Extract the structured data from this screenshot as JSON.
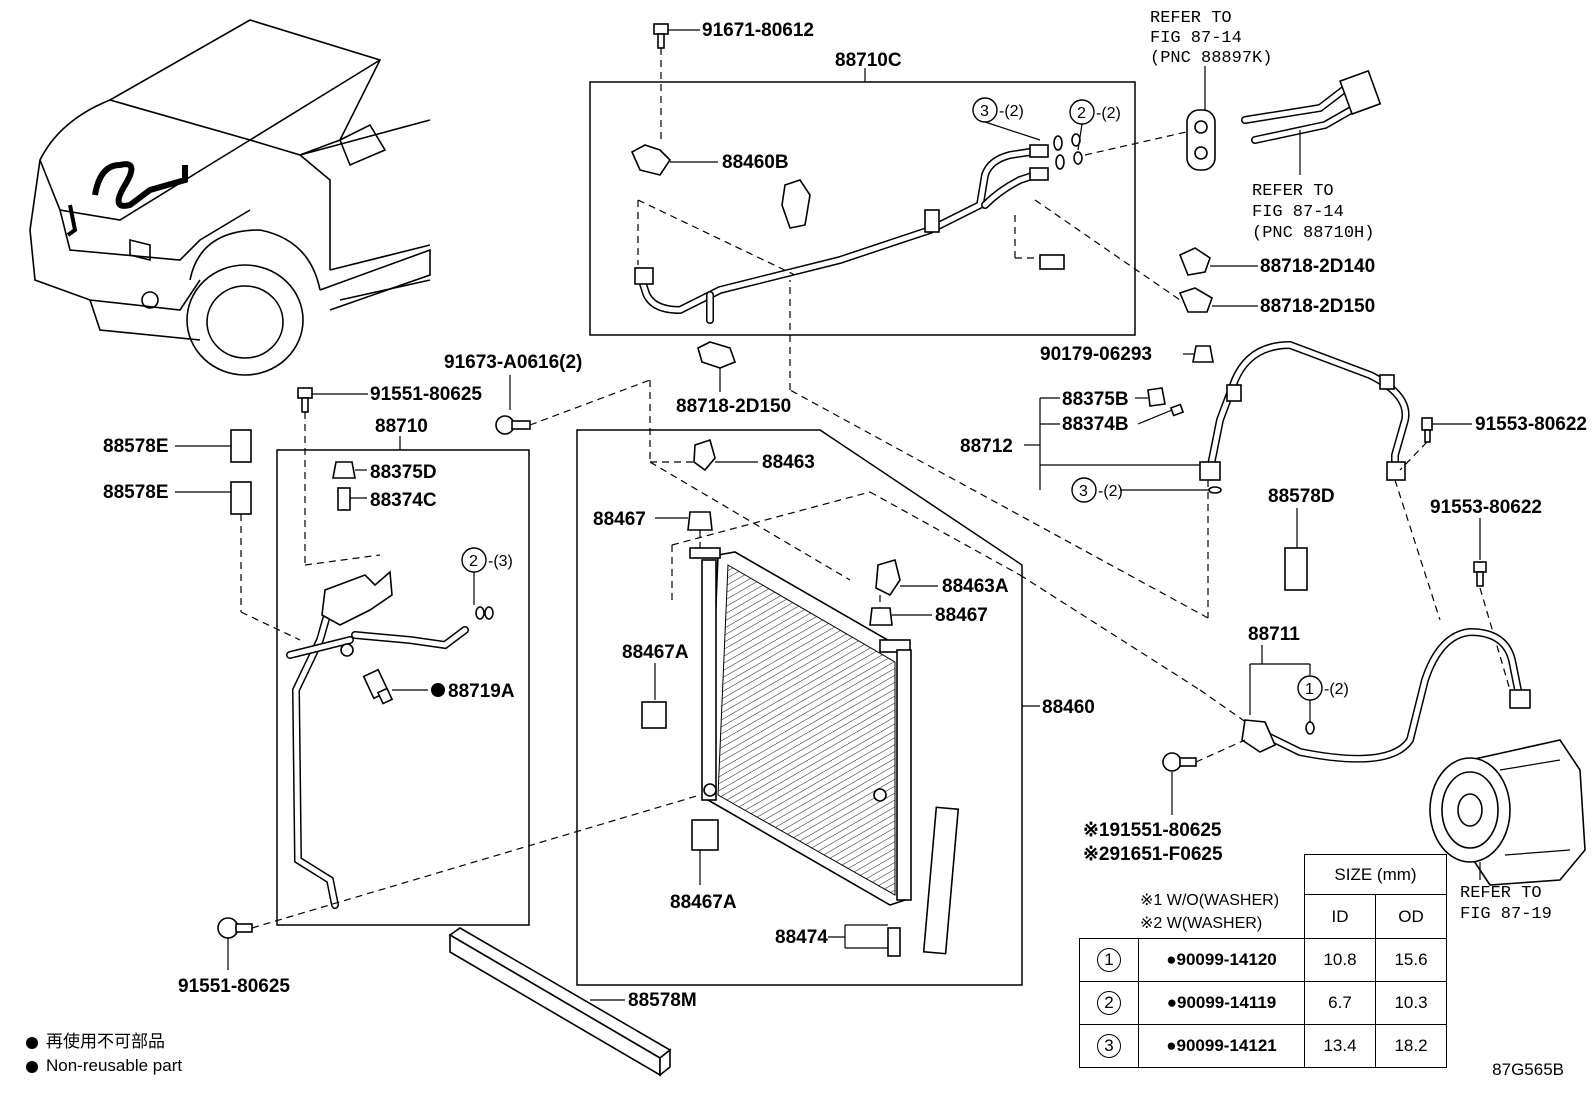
{
  "labels": {
    "p91671": "91671-80612",
    "p88710C": "88710C",
    "p88460B": "88460B",
    "refer1_line1": "REFER TO",
    "refer1_line2": "FIG 87-14",
    "refer1_line3": "(PNC 88897K)",
    "refer2_line1": "REFER TO",
    "refer2_line2": "FIG 87-14",
    "refer2_line3": "(PNC 88710H)",
    "circ3_qty_top": "-(2)",
    "circ2_qty_top": "-(2)",
    "p88718_2D140": "88718-2D140",
    "p88718_2D150_r": "88718-2D150",
    "p90179": "90179-06293",
    "p91673": "91673-A0616(2)",
    "p88718_2D150_c": "88718-2D150",
    "p91551_top": "91551-80625",
    "p88710": "88710",
    "p88578E_1": "88578E",
    "p88578E_2": "88578E",
    "p88375D": "88375D",
    "p88374C": "88374C",
    "circ2_qty_left": "-(3)",
    "p88719A": "88719A",
    "p88463": "88463",
    "p88467_top": "88467",
    "p88463A": "88463A",
    "p88467_mid": "88467",
    "p88467A_top": "88467A",
    "p88460": "88460",
    "p88467A_bot": "88467A",
    "p88474": "88474",
    "p88578M": "88578M",
    "p91551_bot": "91551-80625",
    "p88375B": "88375B",
    "p88374B": "88374B",
    "p88712": "88712",
    "circ3_qty_right": "-(2)",
    "p91553_a": "91553-80622",
    "p88578D": "88578D",
    "p91553_b": "91553-80622",
    "p88711": "88711",
    "circ1_qty": "-(2)",
    "note1": "※191551-80625",
    "note2": "※291651-F0625",
    "refer3_line1": "REFER TO",
    "refer3_line2": "FIG 87-19",
    "circle_1": "1",
    "circle_2": "2",
    "circle_3": "3"
  },
  "size_table": {
    "washer_note_1": "※1 W/O(WASHER)",
    "washer_note_2": "※2 W(WASHER)",
    "header_size": "SIZE (mm)",
    "header_id": "ID",
    "header_od": "OD",
    "rows": [
      {
        "ref": "1",
        "part": "●90099-14120",
        "id": "10.8",
        "od": "15.6"
      },
      {
        "ref": "2",
        "part": "●90099-14119",
        "id": "6.7",
        "od": "10.3"
      },
      {
        "ref": "3",
        "part": "●90099-14121",
        "id": "13.4",
        "od": "18.2"
      }
    ]
  },
  "legend": {
    "line1": "再使用不可部品",
    "line2": "Non-reusable part"
  },
  "figure_code": "87G565B"
}
